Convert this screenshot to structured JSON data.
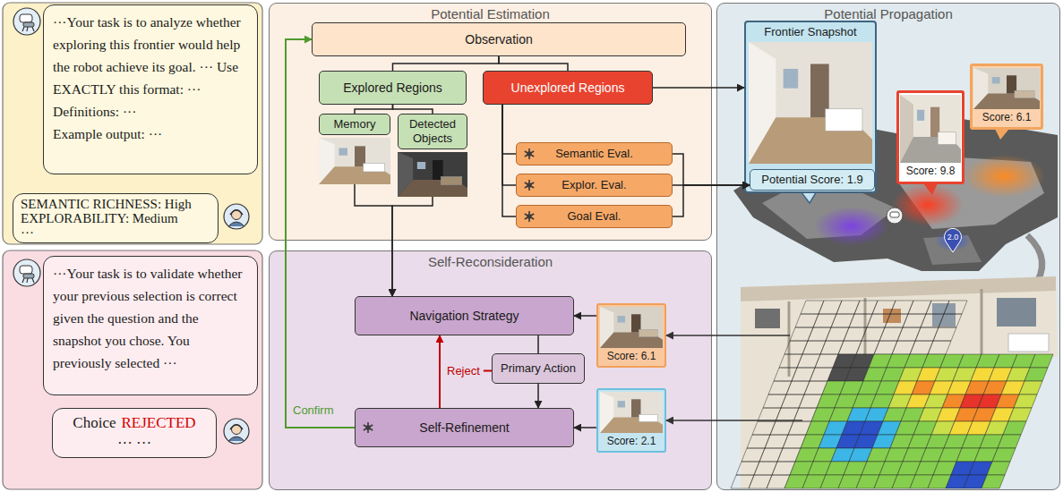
{
  "diagram": {
    "nodes": [
      {
        "text": [
          "···Your task is to analyze whether exploring this frontier would help the robot achieve its goal. ··· Use EXACTLY this format: ···",
          "Definitions: ···",
          "Example output: ···"
        ]
      },
      {
        "text": [
          "SEMANTIC RICHNESS: High",
          "EXPLORABILITY: Medium",
          "···"
        ]
      },
      {
        "text": [
          "···Your task is to validate whether your previous selection is correct given the question and the snapshot you chose. You previously selected ···"
        ]
      },
      {
        "text": [
          "Choice",
          "REJECTED",
          "··· ···"
        ]
      },
      {
        "text": [
          "Potential Estimation"
        ]
      },
      {
        "text": [
          "Observation"
        ],
        "in": 4
      },
      {
        "text": [
          "Explored Regions"
        ],
        "in": 4
      },
      {
        "text": [
          "Unexplored Regions"
        ],
        "in": 4
      },
      {
        "text": [
          "Memory"
        ],
        "in": 4
      },
      {
        "text": [
          "Detected Objects"
        ],
        "in": 4
      },
      {
        "text": [
          "Semantic Eval."
        ],
        "in": 4
      },
      {
        "text": [
          "Explor. Eval."
        ],
        "in": 4
      },
      {
        "text": [
          "Goal Eval."
        ],
        "in": 4
      },
      {
        "text": [
          "Self-Reconsideration"
        ]
      },
      {
        "text": [
          "Navigation Strategy"
        ],
        "in": 13
      },
      {
        "text": [
          "Primary Action"
        ],
        "in": 13
      },
      {
        "text": [
          "Self-Refinement"
        ],
        "in": 13
      },
      {
        "text": [
          "Score: 6.1"
        ],
        "in": 13
      },
      {
        "text": [
          "Score: 2.1"
        ],
        "in": 13
      },
      {
        "text": [
          "Potential Propagation"
        ]
      },
      {
        "text": [
          "Frontier Snapshot"
        ],
        "in": 19
      },
      {
        "text": [
          "Potential Score: 1.9"
        ],
        "in": 20
      },
      {
        "text": [
          "Score: 9.8"
        ],
        "in": 19
      },
      {
        "text": [
          "Score: 6.1"
        ],
        "in": 19
      },
      {
        "text": [
          "2.0"
        ],
        "in": 19
      }
    ],
    "edges": [
      {
        "from": 5,
        "to": 6,
        "arrow": "none"
      },
      {
        "from": 5,
        "to": 7,
        "arrow": "none"
      },
      {
        "from": 6,
        "to": 8,
        "arrow": "none"
      },
      {
        "from": 6,
        "to": 9,
        "arrow": "none"
      },
      {
        "from": 7,
        "to": 10,
        "arrow": "none"
      },
      {
        "from": 7,
        "to": 11,
        "arrow": "none"
      },
      {
        "from": 7,
        "to": 12,
        "arrow": "none"
      },
      {
        "from": 10,
        "to": 21,
        "arrow": "to"
      },
      {
        "from": 11,
        "to": 21,
        "arrow": "to"
      },
      {
        "from": 12,
        "to": 21,
        "arrow": "to"
      },
      {
        "from": 7,
        "to": 20,
        "arrow": "to"
      },
      {
        "from": 8,
        "to": 14,
        "arrow": "to"
      },
      {
        "from": 9,
        "to": 14,
        "arrow": "to"
      },
      {
        "from": 14,
        "to": 15,
        "arrow": "none"
      },
      {
        "from": 15,
        "to": 16,
        "arrow": "to"
      },
      {
        "from": 16,
        "to": 14,
        "arrow": "to",
        "label": "Reject"
      },
      {
        "from": 16,
        "to": 5,
        "arrow": "to",
        "label": "Confirm"
      },
      {
        "from": 17,
        "to": 14,
        "arrow": "to"
      },
      {
        "from": 18,
        "to": 16,
        "arrow": "to"
      }
    ]
  }
}
